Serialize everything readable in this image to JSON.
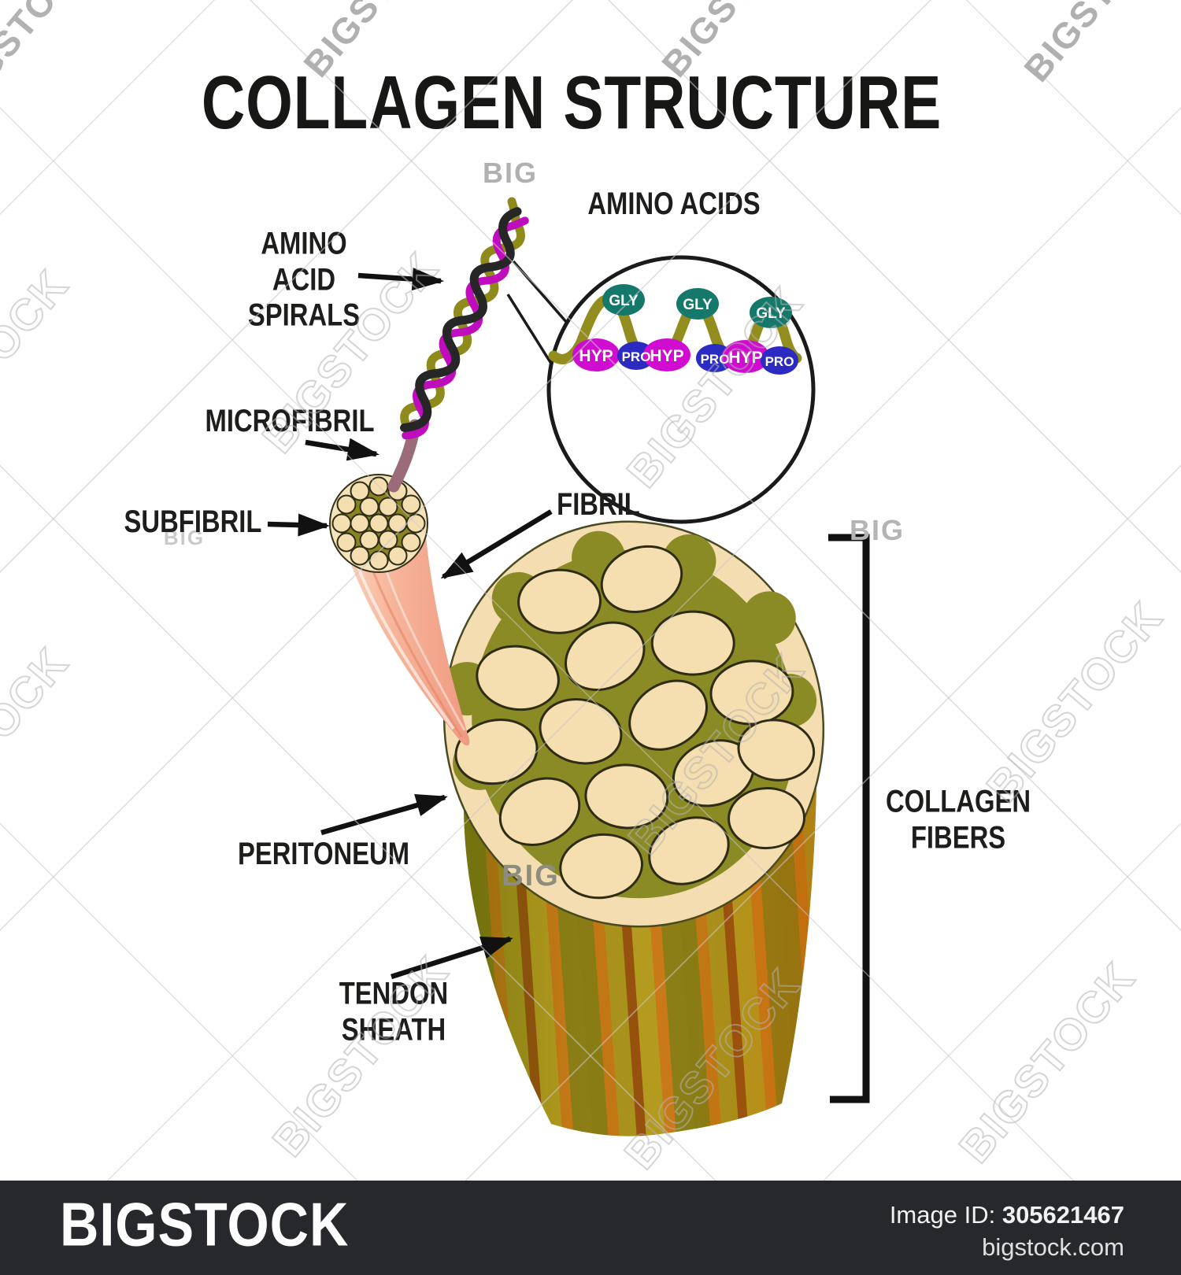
{
  "title": "COLLAGEN STRUCTURE",
  "labels": {
    "amino_acids": "AMINO ACIDS",
    "amino_acid_spirals": "AMINO\nACID\nSPIRALS",
    "microfibril": "MICROFIBRIL",
    "subfibril": "SUBFIBRIL",
    "fibril": "FIBRIL",
    "peritoneum": "PERITONEUM",
    "tendon_sheath": "TENDON\nSHEATH",
    "collagen_fibers": "COLLAGEN\nFIBERS"
  },
  "amino_acids_inset": {
    "badges": [
      {
        "label": "HYP",
        "type": "hyp"
      },
      {
        "label": "GLY",
        "type": "gly"
      },
      {
        "label": "PRO",
        "type": "pro"
      },
      {
        "label": "HYP",
        "type": "hyp"
      },
      {
        "label": "GLY",
        "type": "gly"
      },
      {
        "label": "PRO",
        "type": "pro"
      },
      {
        "label": "HYP",
        "type": "hyp"
      },
      {
        "label": "GLY",
        "type": "gly"
      },
      {
        "label": "PRO",
        "type": "pro"
      }
    ],
    "badge_colors": {
      "gly": "#14786b",
      "hyp": "#cf0ccf",
      "pro": "#2b2bc4"
    }
  },
  "colors": {
    "wave_olive": "#938d1e",
    "helix_olive": "#8f8a1c",
    "helix_magenta": "#bf0cbc",
    "helix_black": "#262626",
    "microfibril_mauve": "#9b6b7a",
    "fibril_pink": "#f4ab90",
    "cream": "#f4ddb0",
    "olive_matrix": "#8b8b26",
    "tendon_orange": "#c27714",
    "tendon_olive": "#8a7c14",
    "footer_bar": "#26282b"
  },
  "watermark": {
    "brand": "BIGSTOCK",
    "short": "BIG"
  },
  "footer": {
    "brand": "BIGSTOCK",
    "image_id_label": "Image ID:",
    "image_id": "305621467",
    "website": "bigstock.com"
  }
}
